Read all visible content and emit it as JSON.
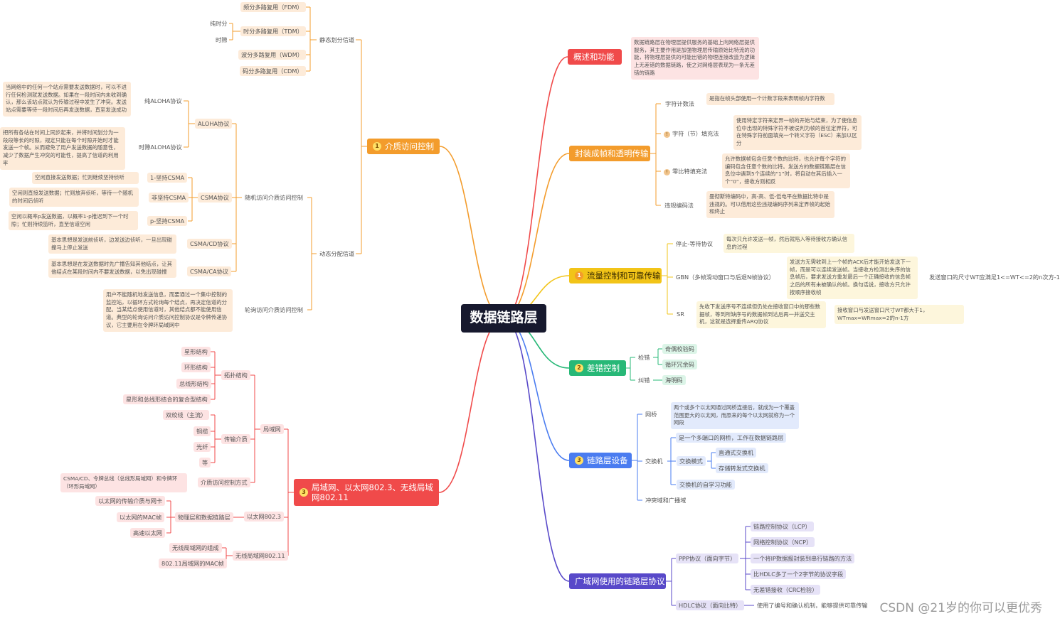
{
  "root": {
    "label": "数据链路层"
  },
  "colors": {
    "red": "#f04a4a",
    "orange": "#f39c2c",
    "yellow": "#f2c418",
    "green": "#27b877",
    "blue": "#4a7cf0",
    "indigo": "#5849c9",
    "bg_red": "#fde3e3",
    "bg_orange": "#fdebd9",
    "bg_yellow": "#fdf6dc",
    "bg_green": "#dcf5e8",
    "bg_blue": "#e2eafc",
    "bg_indigo": "#e6e2f7"
  },
  "left_top": {
    "main": {
      "num": "1",
      "label": "介质访问控制"
    },
    "static": {
      "label": "静态划分信道",
      "fdm": "频分多路复用（FDM）",
      "tdm": "时分多路复用（TDM）",
      "tdm_sync": "纯时分",
      "tdm_async": "时隙",
      "wdm": "波分多路复用（WDM）",
      "cdm": "码分多路复用（CDM）"
    },
    "dynamic": {
      "label": "动态分配信道",
      "random": {
        "label": "随机访问介质访问控制",
        "aloha": {
          "label": "ALOHA协议",
          "pure": "纯ALOHA协议",
          "pure_desc": "当网络中的任何一个站点需要发送数据时，可以不进行任何检测就发送数据。如果在一段时间内未收到确认，那么该站点就认为传输过程中发生了冲突。发送站点需要等待一段时间后再发送数据，直至发送成功",
          "slotted": "时隙ALOHA协议",
          "slotted_desc": "把所有各站在时间上同步起来，并将时间划分为一段段等长的时隙，规定只能在每个时隙开始时才能发送一个帧。从而避免了用户发送数据的随意性，减少了数据产生冲突的可能性，提高了信道的利用率"
        },
        "csma": {
          "label": "CSMA协议",
          "p1": "1-坚持CSMA",
          "p1_desc": "空闲直接发送数据；忙则继续坚持侦听",
          "non": "非坚持CSMA",
          "non_desc": "空闲则直接发送数据；忙则放弃侦听，等待一个随机的时间后侦听",
          "pp": "p-坚持CSMA",
          "pp_desc": "空闲以概率p发送数据，以概率1-p推迟到下一个时隙；忙则持续监听，直至信道空闲"
        },
        "cd": {
          "label": "CSMA/CD协议",
          "desc": "基本思想是发送前侦听，边发送边侦听，一旦出现碰撞马上停止发送"
        },
        "ca": {
          "label": "CSMA/CA协议",
          "desc": "基本思想是在发送数据时先广播告知其他结点，让其他结点在某段时间内不要发送数据，以免出现碰撞"
        }
      },
      "polling": {
        "label": "轮询访问介质访问控制",
        "desc": "用户不能随机地发送信息，而要通过一个集中控制的监控站，以循环方式轮询每个结点，再决定信道的分配。当某结点使用信道时，其他结点都不能使用信道。典型的轮询访问介质访问控制协议是令牌传递协议，它主要用在令牌环局域网中"
      }
    }
  },
  "left_bottom": {
    "main": {
      "num": "3",
      "label": "局域网、以太网802.3、无线局域网802.11"
    },
    "lan": {
      "label": "局域网",
      "topo": {
        "label": "拓扑结构",
        "items": [
          "星形结构",
          "环形结构",
          "总线形结构",
          "星形和总线形结合的复合型结构"
        ]
      },
      "media": {
        "label": "传输介质",
        "items": [
          "双绞线（主流）",
          "铜缆",
          "光纤",
          "等"
        ]
      },
      "mac": {
        "label": "介质访问控制方式",
        "desc": "CSMA/CD、令牌总线（总线形局域网）和令牌环（环形局域网）"
      }
    },
    "ether": {
      "label": "以太网802.3",
      "phy": "物理层和数据链路层",
      "items": [
        "以太网的传输介质与网卡",
        "以太网的MAC帧",
        "高速以太网"
      ]
    },
    "wlan": {
      "label": "无线局域网802.11",
      "items": [
        "无线局域网的组成",
        "802.11局域网的MAC帧"
      ]
    }
  },
  "right": {
    "overview": {
      "label": "概述和功能",
      "desc": "数据链路层在物理层提供服务的基础上向网络层提供服务，其主要作用是加强物理层传输原始比特流的功能，将物理层提供的可能出错的物理连接改造为逻辑上无差错的数据链路，使之对网络层表现为一条无差错的链路"
    },
    "framing": {
      "label": "封装成帧和透明传输",
      "items": [
        {
          "label": "字符计数法",
          "desc": "是指在帧头部使用一个计数字段来表明帧内字符数"
        },
        {
          "label": "字符（节）填充法",
          "desc": "使用特定字符来定界一帧的开始与结束，为了使信息位中出现的特殊字符不被误判为帧的首位定界符，可在特殊字符前面填充一个转义字符（ESC）来加以区分"
        },
        {
          "label": "零比特填充法",
          "desc": "允许数据帧包含任意个数的比特，也允许每个字符的编码包含任意个数的比特。发送方的数据链路层在信息位中遇到5个连续的“1”时，将自动在其后插入一个“0”，接收方则相反"
        },
        {
          "label": "违规编码法",
          "desc": "曼彻斯特编码中，高-高、低-低电平在数据比特中是违规的。可以借用这些违规编码序列来定界帧的起始和终止"
        }
      ]
    },
    "flow": {
      "num": "1",
      "label": "流量控制和可靠传输",
      "stopwait": {
        "label": "停止-等待协议",
        "desc": "每次只允许发送一帧，然后就陷入等待接收方确认信息的过程"
      },
      "gbn": {
        "label": "GBN（多帧滑动窗口与后退N帧协议）",
        "desc": "发送方无需收到上一个帧的ACK后才能开始发送下一帧，而是可以连续发送帧。当接收方检测出失序的信息帧后，要求发送方重发最后一个正确接收的信息帧之后的所有未被确认的帧。换句话说，接收方只允许按顺序接收帧",
        "window": "发送窗口的尺寸WT应满足1<=WT<=2的n次方-1"
      },
      "sr": {
        "label": "SR",
        "desc": "先收下发送序号不连续但仍处在接收窗口中的那些数据帧，等到所缺序号的数据帧到达后再一并送交主机，这就是选择重传ARQ协议",
        "window": "接收窗口与发送窗口尺寸WT都大于1，WTmax=WRmax=2的n-1方"
      }
    },
    "error": {
      "num": "2",
      "label": "差错控制",
      "detect": "检错",
      "detect_items": [
        "奇偶校验码",
        "循环冗余码"
      ],
      "correct": "纠错",
      "correct_items": [
        "海明码"
      ]
    },
    "devices": {
      "num": "3",
      "label": "链路层设备",
      "bridge": {
        "label": "网桥",
        "desc": "两个或多个以太网通过网桥连接后，就成为一个覆盖范围更大的以太网，而原来的每个以太网就称为一个网段"
      },
      "switch": {
        "label": "交换机",
        "desc": "是一个多端口的网桥，工作在数据链路层",
        "modes_label": "交换模式",
        "modes": [
          "直通式交换机",
          "存储转发式交换机"
        ],
        "learn": "交换机的自学习功能"
      },
      "domain": "冲突域和广播域"
    },
    "wan": {
      "label": "广域网使用的链路层协议",
      "ppp": {
        "label": "PPP协议（面向字节）",
        "items": [
          "链路控制协议（LCP）",
          "网络控制协议（NCP）",
          "一个将IP数据报封装到串行链路的方法",
          "比HDLC多了一个2字节的协议字段",
          "无差错接收（CRC检验）"
        ]
      },
      "hdlc": {
        "label": "HDLC协议（面向比特）",
        "desc": "使用了编号和确认机制，能够提供可靠传输"
      }
    }
  },
  "watermark": "CSDN @21岁的你可以更优秀"
}
